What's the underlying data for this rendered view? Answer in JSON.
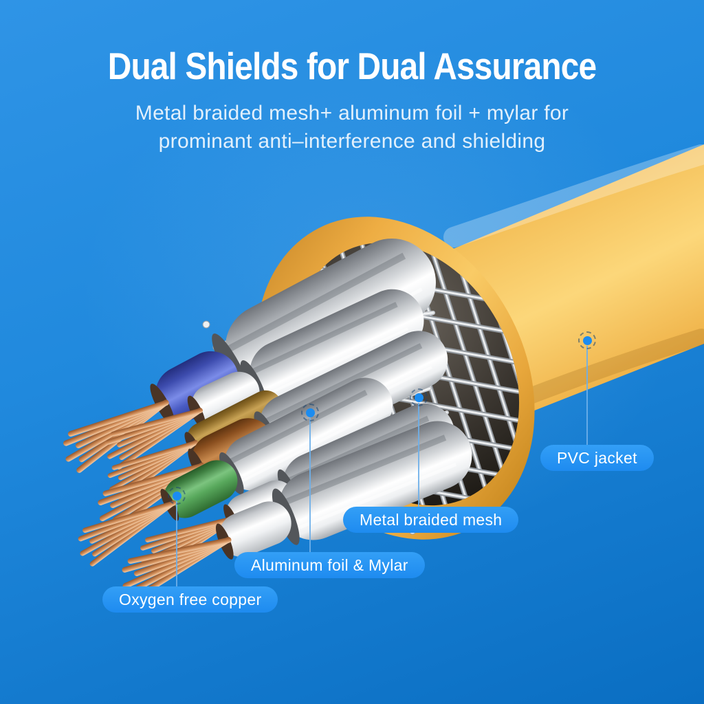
{
  "header": {
    "title": "Dual Shields for Dual Assurance",
    "subtitle_line1": "Metal braided  mesh+ aluminum foil + mylar for",
    "subtitle_line2": "prominant anti–interference and shielding"
  },
  "callouts": [
    {
      "id": "pvc",
      "text": "PVC jacket"
    },
    {
      "id": "mesh",
      "text": "Metal braided mesh"
    },
    {
      "id": "foil",
      "text": "Aluminum foil & Mylar"
    },
    {
      "id": "copper",
      "text": "Oxygen free copper"
    }
  ],
  "illustration": {
    "subject": "Yellow network cable cutaway",
    "parts": [
      "PVC jacket",
      "Metal braided mesh",
      "Aluminum foil & Mylar",
      "Oxygen free copper",
      "blue wire pair",
      "brown wire pair",
      "green wire pair",
      "white wire pairs"
    ]
  },
  "colors": {
    "background_top": "#2f94e6",
    "background_bottom": "#0a6ec2",
    "jacket_yellow": "#f8cd68",
    "pill_blue": "#2494f3",
    "marker_blue": "#1b8cf0",
    "copper": "#c98a55",
    "text": "#ffffff"
  }
}
